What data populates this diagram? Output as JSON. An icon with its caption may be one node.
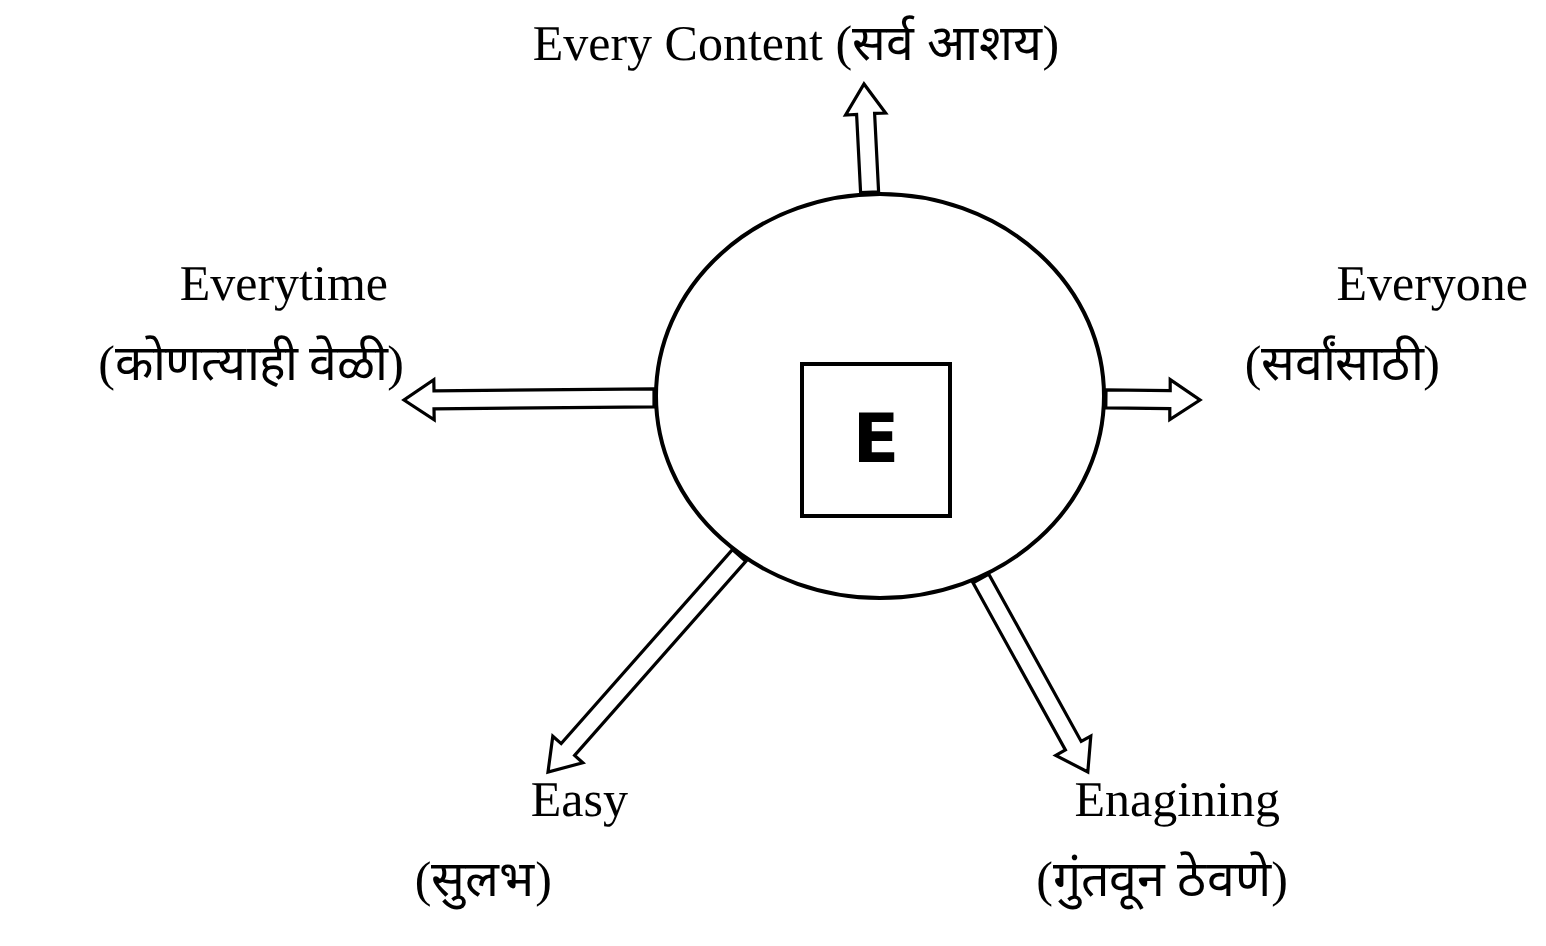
{
  "diagram": {
    "nodes": [
      {
        "text": [],
        "shape": "circle"
      },
      {
        "text": [
          "E"
        ],
        "in": 0
      },
      {
        "text": [
          "Every Content (सर्व आशय)"
        ]
      },
      {
        "text": [
          "Everytime",
          "(कोणत्याही वेळी)"
        ]
      },
      {
        "text": [
          "Everyone",
          "(सर्वांसाठी)"
        ]
      },
      {
        "text": [
          "Easy",
          "(सुलभ)"
        ]
      },
      {
        "text": [
          "Enagining",
          "(गुंतवून ठेवणे)"
        ]
      }
    ],
    "edges": [
      {
        "from": 0,
        "to": 2,
        "arrow": "to"
      },
      {
        "from": 0,
        "to": 3,
        "arrow": "to"
      },
      {
        "from": 0,
        "to": 4,
        "arrow": "to"
      },
      {
        "from": 0,
        "to": 5,
        "arrow": "to"
      },
      {
        "from": 0,
        "to": 6,
        "arrow": "to"
      }
    ]
  }
}
